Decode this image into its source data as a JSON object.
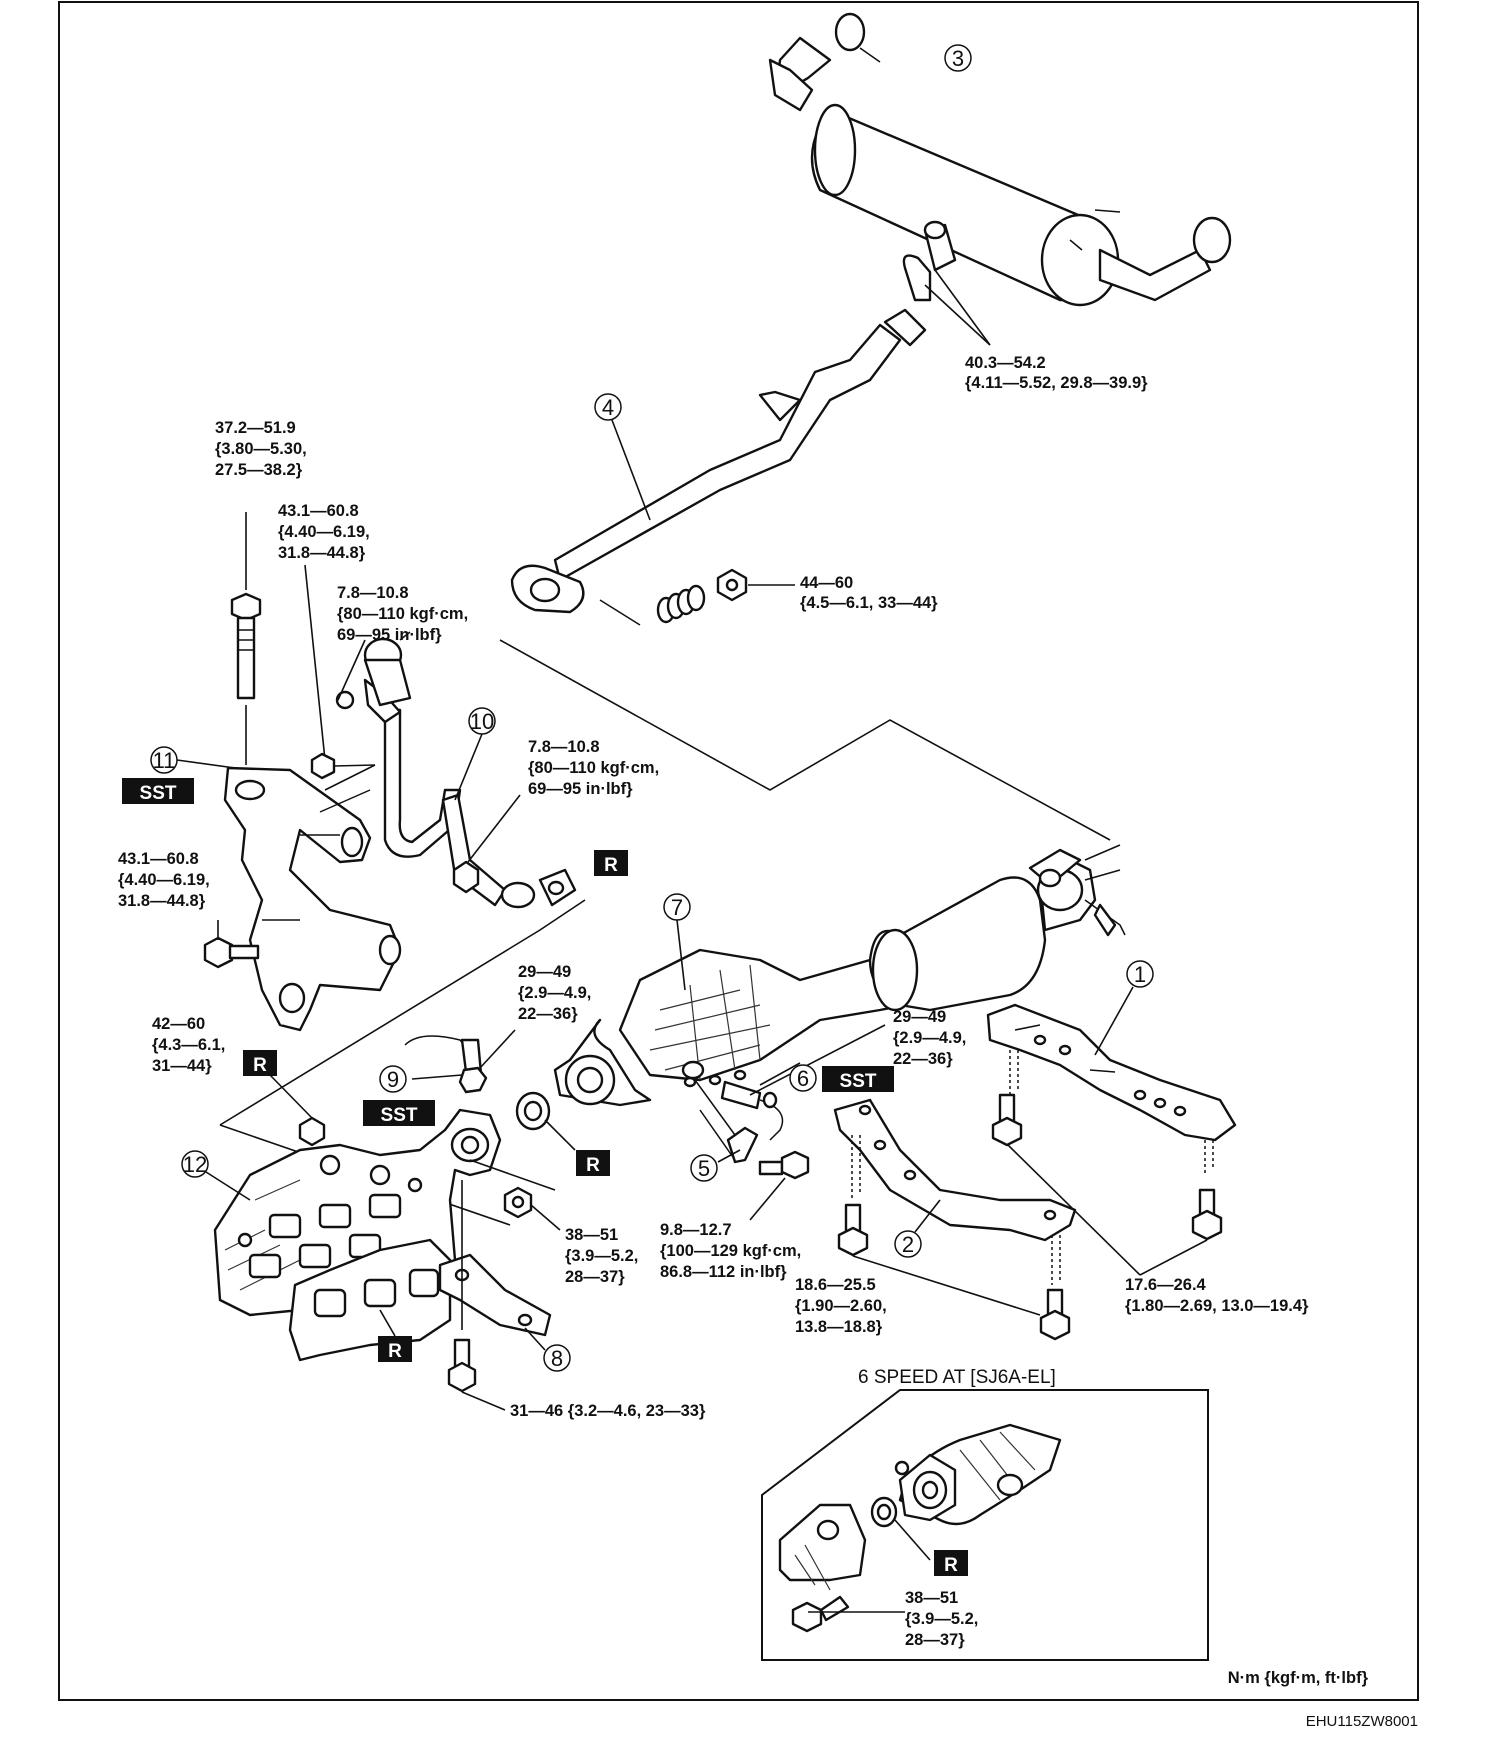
{
  "callouts": [
    "1",
    "2",
    "3",
    "4",
    "5",
    "6",
    "7",
    "8",
    "9",
    "10",
    "11",
    "12"
  ],
  "tags": {
    "sst": "SST",
    "r": "R"
  },
  "torques": {
    "t_clamp": [
      "40.3—54.2",
      "{4.11—5.52, 29.8—39.9}"
    ],
    "t_bracket_top": [
      "37.2—51.9",
      "{3.80—5.30,",
      "27.5—38.2}"
    ],
    "t_bracket_mid": [
      "43.1—60.8",
      "{4.40—6.19,",
      "31.8—44.8}"
    ],
    "t_egr_upper": [
      "7.8—10.8",
      "{80—110 kgf·cm,",
      "69—95 in·lbf}"
    ],
    "t_flange_nut": [
      "44—60",
      "{4.5—6.1, 33—44}"
    ],
    "t_egr_lower": [
      "7.8—10.8",
      "{80—110 kgf·cm,",
      "69—95 in·lbf}"
    ],
    "t_bracket_low": [
      "43.1—60.8",
      "{4.40—6.19,",
      "31.8—44.8}"
    ],
    "t_sensor9": [
      "29—49",
      "{2.9—4.9,",
      "22—36}"
    ],
    "t_manifold_nut": [
      "42—60",
      "{4.3—6.1,",
      "31—44}"
    ],
    "t_sensor6": [
      "29—49",
      "{2.9—4.9,",
      "22—36}"
    ],
    "t_bolt5": [
      "9.8—12.7",
      "{100—129 kgf·cm,",
      "86.8—112 in·lbf}"
    ],
    "t_nut38": [
      "38—51",
      "{3.9—5.2,",
      "28—37}"
    ],
    "t_bracket8": [
      "31—46 {3.2—4.6, 23—33}"
    ],
    "t_member2": [
      "18.6—25.5",
      "{1.90—2.60,",
      "13.8—18.8}"
    ],
    "t_member1": [
      "17.6—26.4",
      "{1.80—2.69, 13.0—19.4}"
    ],
    "t_inset": [
      "38—51",
      "{3.9—5.2,",
      "28—37}"
    ]
  },
  "inset_title": "6 SPEED AT [SJ6A-EL]",
  "units": "N·m {kgf·m, ft·lbf}",
  "figure_code": "EHU115ZW8001"
}
